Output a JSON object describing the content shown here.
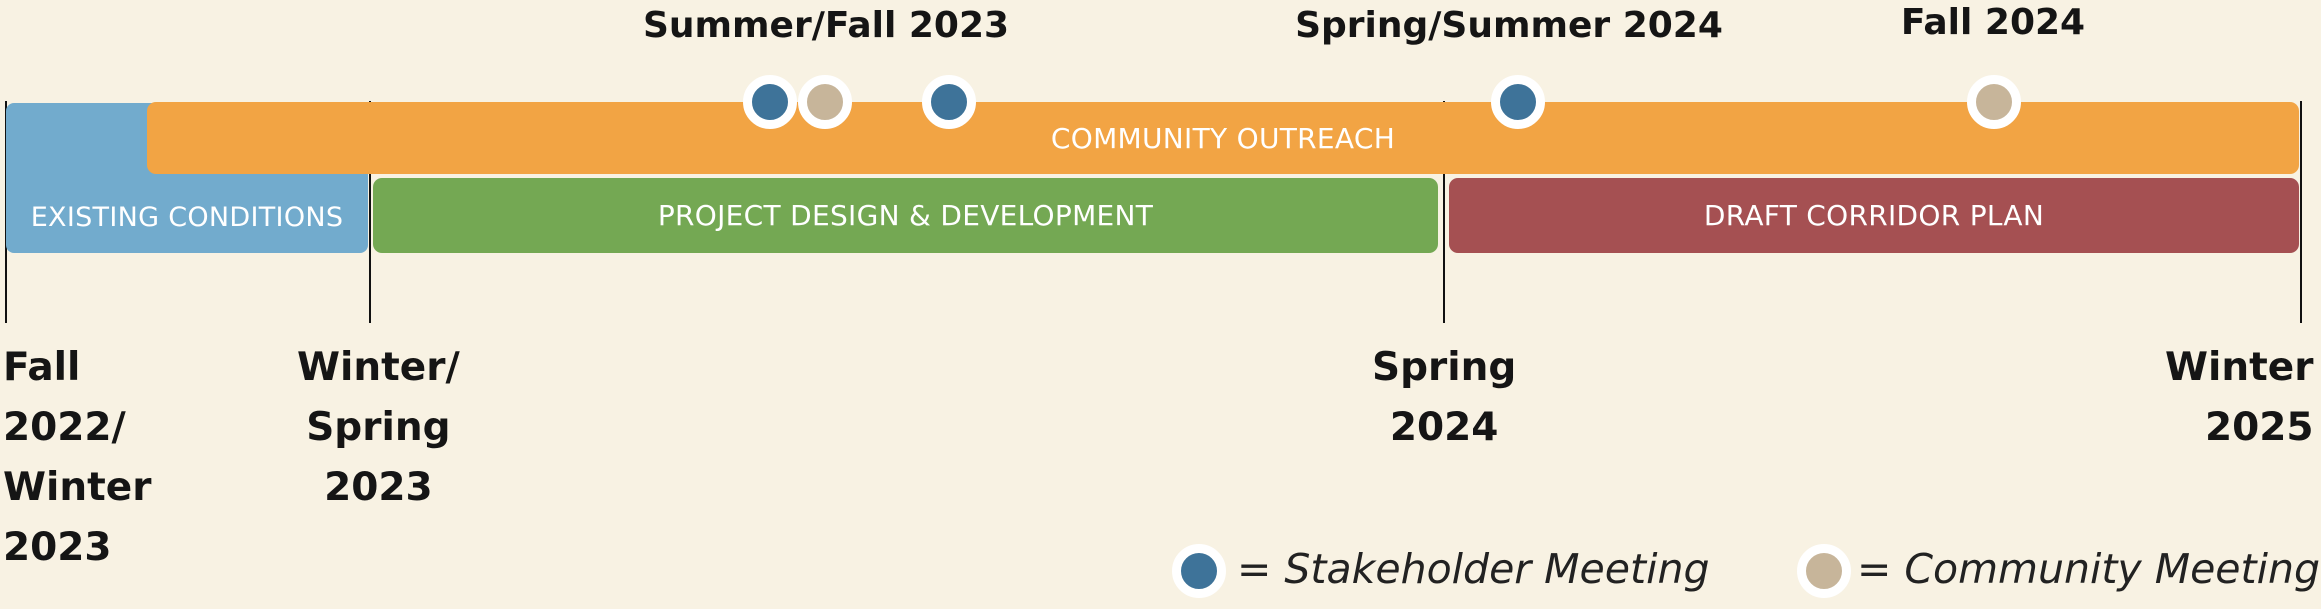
{
  "colors": {
    "background": "#f8f2e3",
    "existing": "#72abcd",
    "outreach": "#f2a444",
    "design": "#74a853",
    "draft": "#a55052",
    "stakeholder": "#3e7399",
    "community": "#c7b59a"
  },
  "phases": {
    "existing": "EXISTING CONDITIONS",
    "outreach": "COMMUNITY OUTREACH",
    "design": "PROJECT DESIGN & DEVELOPMENT",
    "draft": "DRAFT CORRIDOR PLAN"
  },
  "top_labels": {
    "summer_fall_2023": "Summer/Fall 2023",
    "spring_summer_2024": "Spring/Summer 2024",
    "fall_2024": "Fall 2024"
  },
  "periods": {
    "fall_2022": "Fall\n2022/\nWinter\n2023",
    "winter_spring_2023": "Winter/\nSpring\n2023",
    "spring_2024": "Spring\n2024",
    "winter_2025": "Winter\n2025"
  },
  "meetings": [
    {
      "type": "stakeholder"
    },
    {
      "type": "community"
    },
    {
      "type": "stakeholder"
    },
    {
      "type": "stakeholder"
    },
    {
      "type": "community"
    }
  ],
  "legend": {
    "stakeholder": "= Stakeholder Meeting",
    "community": "= Community Meeting"
  }
}
